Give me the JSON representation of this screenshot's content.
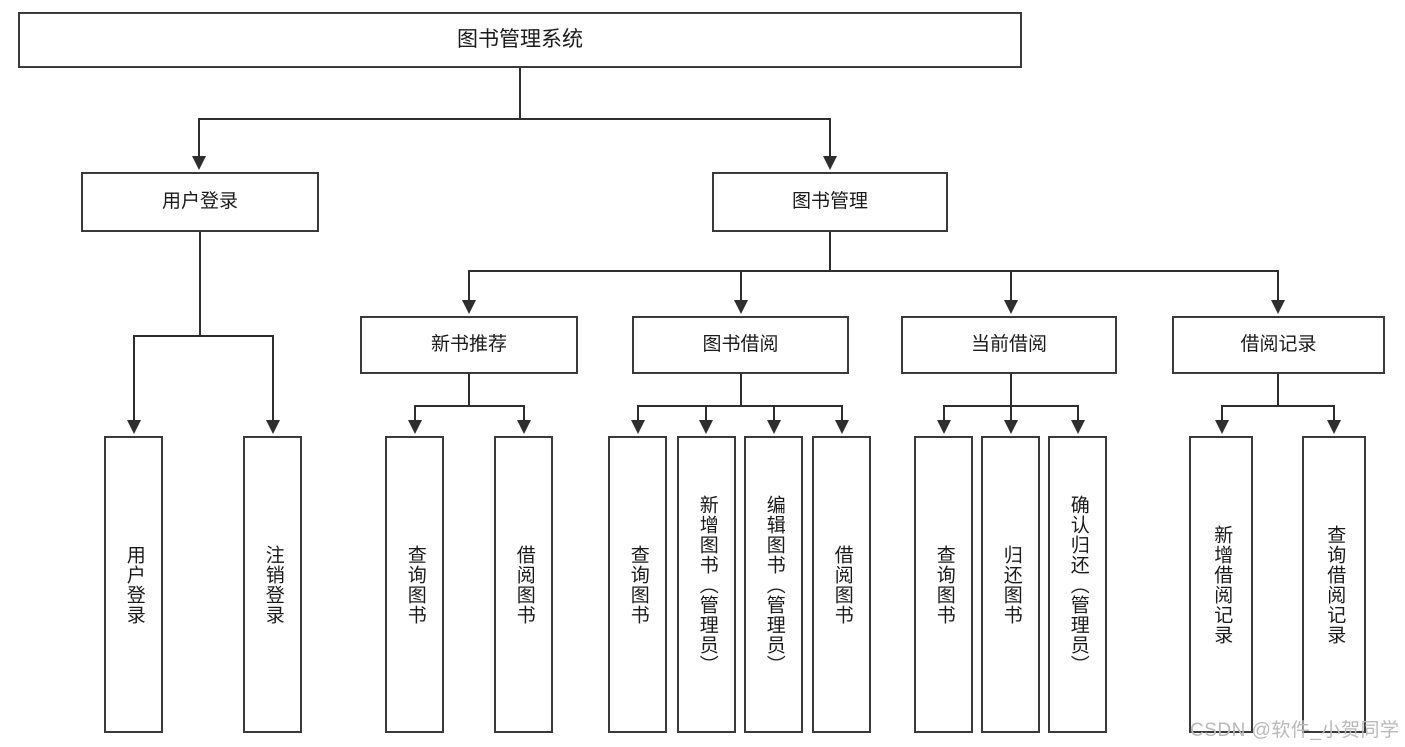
{
  "diagram": {
    "title": "图书管理系统",
    "root": {
      "label": "图书管理系统"
    },
    "level2": [
      {
        "label": "用户登录"
      },
      {
        "label": "图书管理"
      }
    ],
    "level3": [
      {
        "label": "新书推荐"
      },
      {
        "label": "图书借阅"
      },
      {
        "label": "当前借阅"
      },
      {
        "label": "借阅记录"
      }
    ],
    "leaves": {
      "user_login": [
        {
          "label": "用户登录"
        },
        {
          "label": "注销登录"
        }
      ],
      "new_book_recommend": [
        {
          "label": "查询图书"
        },
        {
          "label": "借阅图书"
        }
      ],
      "book_borrow": [
        {
          "label": "查询图书"
        },
        {
          "label": "新增图书（管理员）"
        },
        {
          "label": "编辑图书（管理员）"
        },
        {
          "label": "借阅图书"
        }
      ],
      "current_borrow": [
        {
          "label": "查询图书"
        },
        {
          "label": "归还图书"
        },
        {
          "label": "确认归还（管理员）"
        }
      ],
      "borrow_record": [
        {
          "label": "新增借阅记录"
        },
        {
          "label": "查询借阅记录"
        }
      ]
    },
    "watermark": "CSDN @软件_小贺同学",
    "colors": {
      "border": "#3a3a3a",
      "connector": "#2e2e2e",
      "background": "#ffffff",
      "text": "#1a1a1a",
      "watermark": "#b9b9b9"
    }
  }
}
